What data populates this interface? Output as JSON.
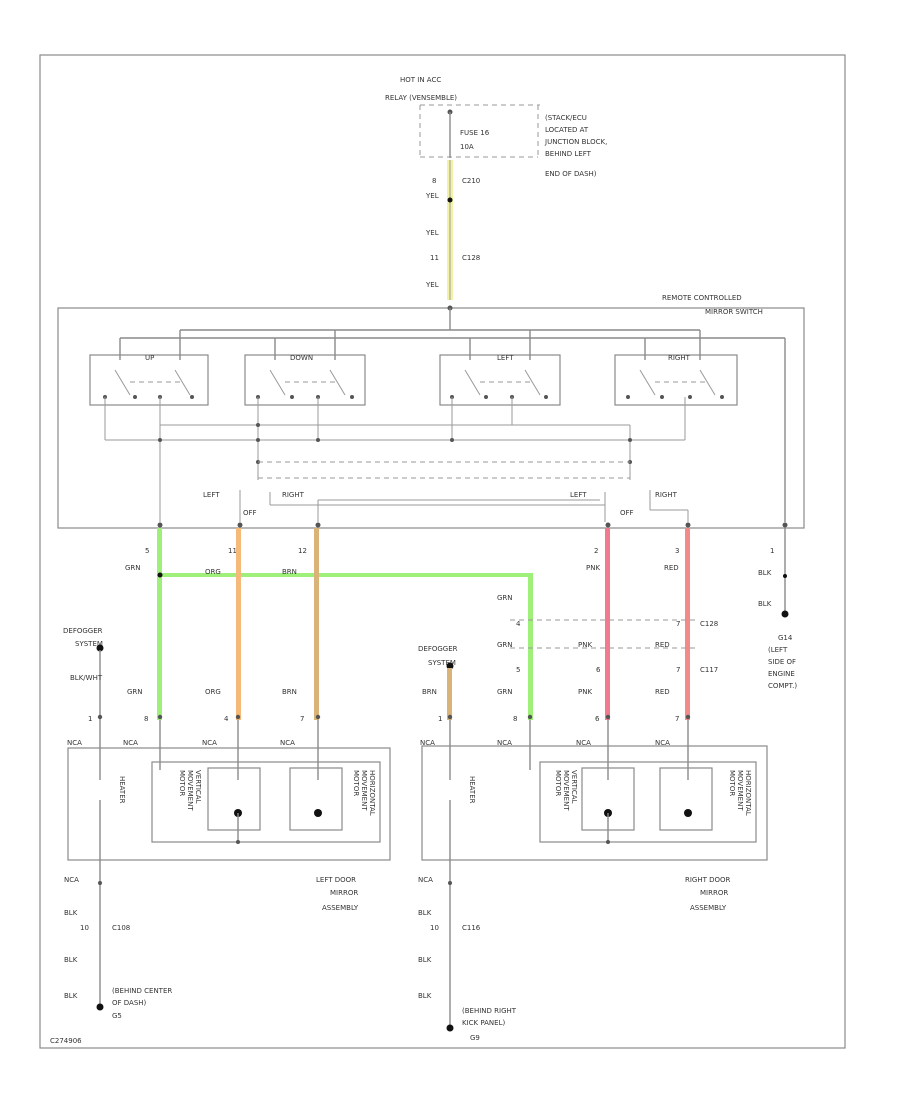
{
  "colors": {
    "yel": "#f2f2a6",
    "grn": "#9ef07a",
    "org": "#f5b97a",
    "brn": "#d9b377",
    "pnk": "#f07a8e",
    "red": "#f28a8a"
  },
  "header": {
    "source_line1": "HOT IN ACC",
    "source_line2": "RELAY (VENSEMBLE)",
    "fuse_name": "FUSE 16",
    "fuse_rating": "10A",
    "location_lines": [
      "(STACK/ECU",
      "LOCATED AT",
      "JUNCTION BLOCK,",
      "BEHIND LEFT",
      "END OF DASH)"
    ]
  },
  "feed": {
    "c1_pin": "8",
    "c1_name": "C210",
    "c2_pin": "11",
    "c2_name": "C128",
    "wire": "YEL"
  },
  "switch_title": [
    "REMOTE CONTROLLED",
    "MIRROR SWITCH"
  ],
  "switch_labels": [
    "UP",
    "DOWN",
    "LEFT",
    "RIGHT"
  ],
  "selector": {
    "left": "LEFT",
    "right": "RIGHT",
    "off": "OFF"
  },
  "outputs": {
    "p1": "5",
    "p2": "11",
    "p3": "12",
    "p4": "2",
    "p5": "3",
    "p6": "1",
    "grn": "GRN",
    "org": "ORG",
    "brn": "BRN",
    "pnk": "PNK",
    "red": "RED",
    "blk": "BLK"
  },
  "ground_top": {
    "pin": "1",
    "wire": "BLK",
    "name": "G14",
    "lines": [
      "(LEFT",
      "SIDE OF",
      "ENGINE",
      "COMPT.)"
    ]
  },
  "c128": {
    "pin_a": "4",
    "pin_b": "5",
    "pin_c": "6",
    "name": "C128",
    "name2": "C117",
    "pin_d": "8",
    "pin_e": "7"
  },
  "left_mirror": {
    "defogger": [
      "DEFOGGER",
      "SYSTEM"
    ],
    "feed_wire": "BLK/WHT",
    "pins": [
      "1",
      "8",
      "4",
      "7"
    ],
    "pin_color": "NCA",
    "heater": "HEATER",
    "motor_v": [
      "VERTICAL",
      "MOVEMENT",
      "MOTOR"
    ],
    "motor_h": [
      "HORIZONTAL",
      "MOVEMENT",
      "MOTOR"
    ],
    "title": [
      "LEFT DOOR",
      "MIRROR",
      "ASSEMBLY"
    ],
    "ground_pin": "10",
    "ground_conn": "C108",
    "ground_name": "G5",
    "ground_lines": [
      "(BEHIND CENTER",
      "OF DASH)"
    ]
  },
  "right_mirror": {
    "defogger": [
      "DEFOGGER",
      "SYSTEM"
    ],
    "feed_wire": "BRN",
    "pins": [
      "1",
      "8",
      "6",
      "7"
    ],
    "pin_color": "NCA",
    "heater": "HEATER",
    "motor_v": [
      "VERTICAL",
      "MOVEMENT",
      "MOTOR"
    ],
    "motor_h": [
      "HORIZONTAL",
      "MOVEMENT",
      "MOTOR"
    ],
    "title": [
      "RIGHT DOOR",
      "MIRROR",
      "ASSEMBLY"
    ],
    "ground_pin": "10",
    "ground_conn": "C116",
    "ground_name": "G9",
    "ground_lines": [
      "(BEHIND RIGHT",
      "KICK PANEL)"
    ]
  },
  "footer_code": "C274906"
}
